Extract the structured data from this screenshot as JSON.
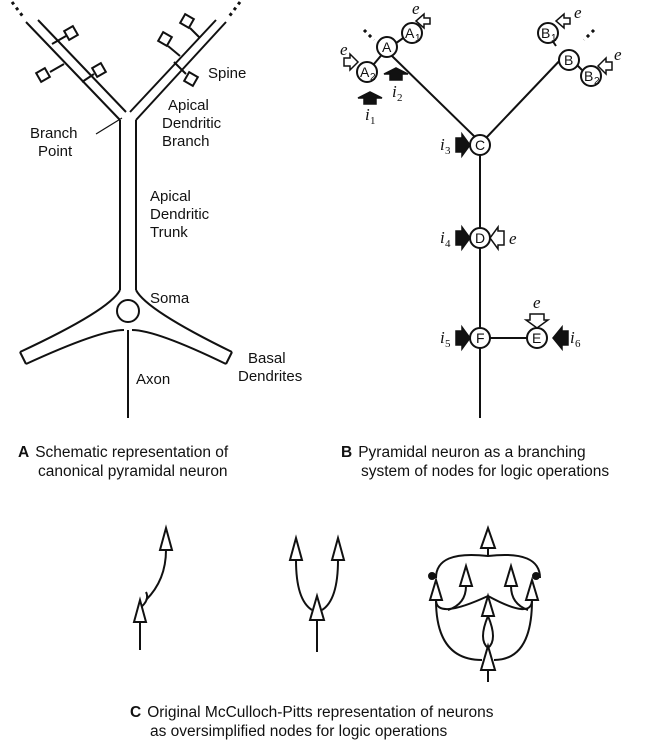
{
  "panel_a": {
    "letter": "A",
    "caption_line1": "Schematic representation of",
    "caption_line2": "canonical pyramidal neuron",
    "labels": {
      "spine": "Spine",
      "apical_branch_1": "Apical",
      "apical_branch_2": "Dendritic",
      "apical_branch_3": "Branch",
      "branch_point_1": "Branch",
      "branch_point_2": "Point",
      "trunk_1": "Apical",
      "trunk_2": "Dendritic",
      "trunk_3": "Trunk",
      "soma": "Soma",
      "axon": "Axon",
      "basal_1": "Basal",
      "basal_2": "Dendrites"
    }
  },
  "panel_b": {
    "letter": "B",
    "caption_line1": "Pyramidal neuron as a branching",
    "caption_line2": "system of nodes for logic operations",
    "nodes": {
      "A": "A",
      "A1": "A",
      "A1_sub": "1",
      "A2": "A",
      "A2_sub": "2",
      "B": "B",
      "B1": "B",
      "B1_sub": "1",
      "B2": "B",
      "B2_sub": "2",
      "C": "C",
      "D": "D",
      "E": "E",
      "F": "F"
    },
    "inputs": {
      "e": "e",
      "i": "i",
      "i1_sub": "1",
      "i2_sub": "2",
      "i3_sub": "3",
      "i4_sub": "4",
      "i5_sub": "5",
      "i6_sub": "6"
    }
  },
  "panel_c": {
    "letter": "C",
    "caption_line1": "Original McCulloch-Pitts representation of neurons",
    "caption_line2": "as oversimplified nodes for logic operations"
  }
}
